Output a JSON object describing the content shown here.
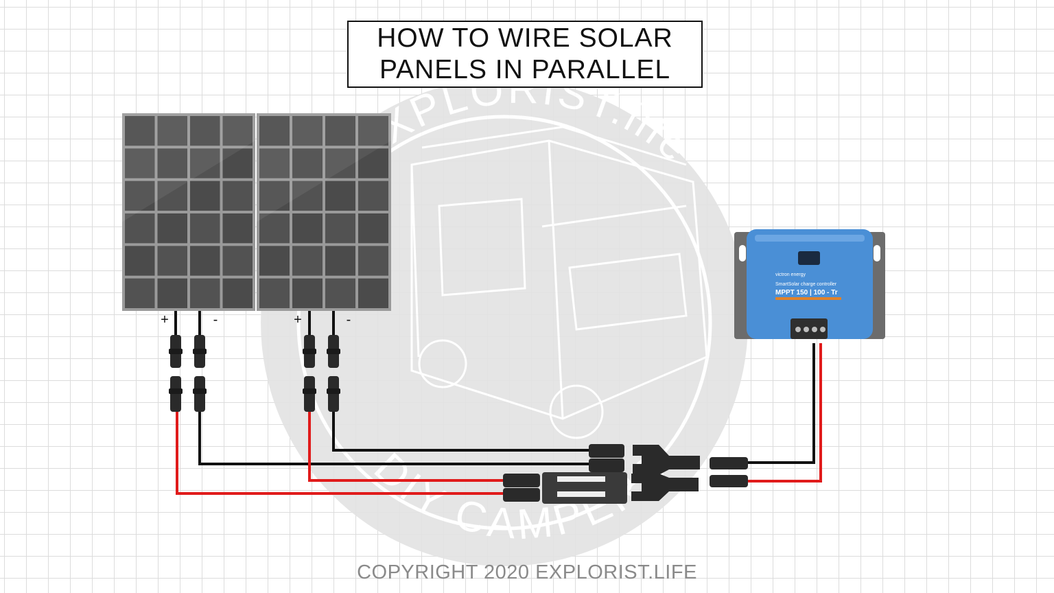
{
  "title": {
    "line1": "HOW TO WIRE SOLAR",
    "line2": "PANELS IN PARALLEL"
  },
  "copyright": "COPYRIGHT 2020 EXPLORIST.LIFE",
  "watermark": {
    "brand": "EXPLORIST.life",
    "tagline": "DIY CAMPERS"
  },
  "panels": [
    {
      "positive_label": "+",
      "negative_label": "-"
    },
    {
      "positive_label": "+",
      "negative_label": "-"
    }
  ],
  "charge_controller": {
    "brand": "victron energy",
    "subtitle": "SmartSolar charge controller",
    "model": "MPPT 150 | 100 - Tr"
  },
  "colors": {
    "positive_wire": "#e01b1b",
    "negative_wire": "#111111",
    "controller_body": "#4a8fd6",
    "panel_cell": "#4b4b4b"
  }
}
